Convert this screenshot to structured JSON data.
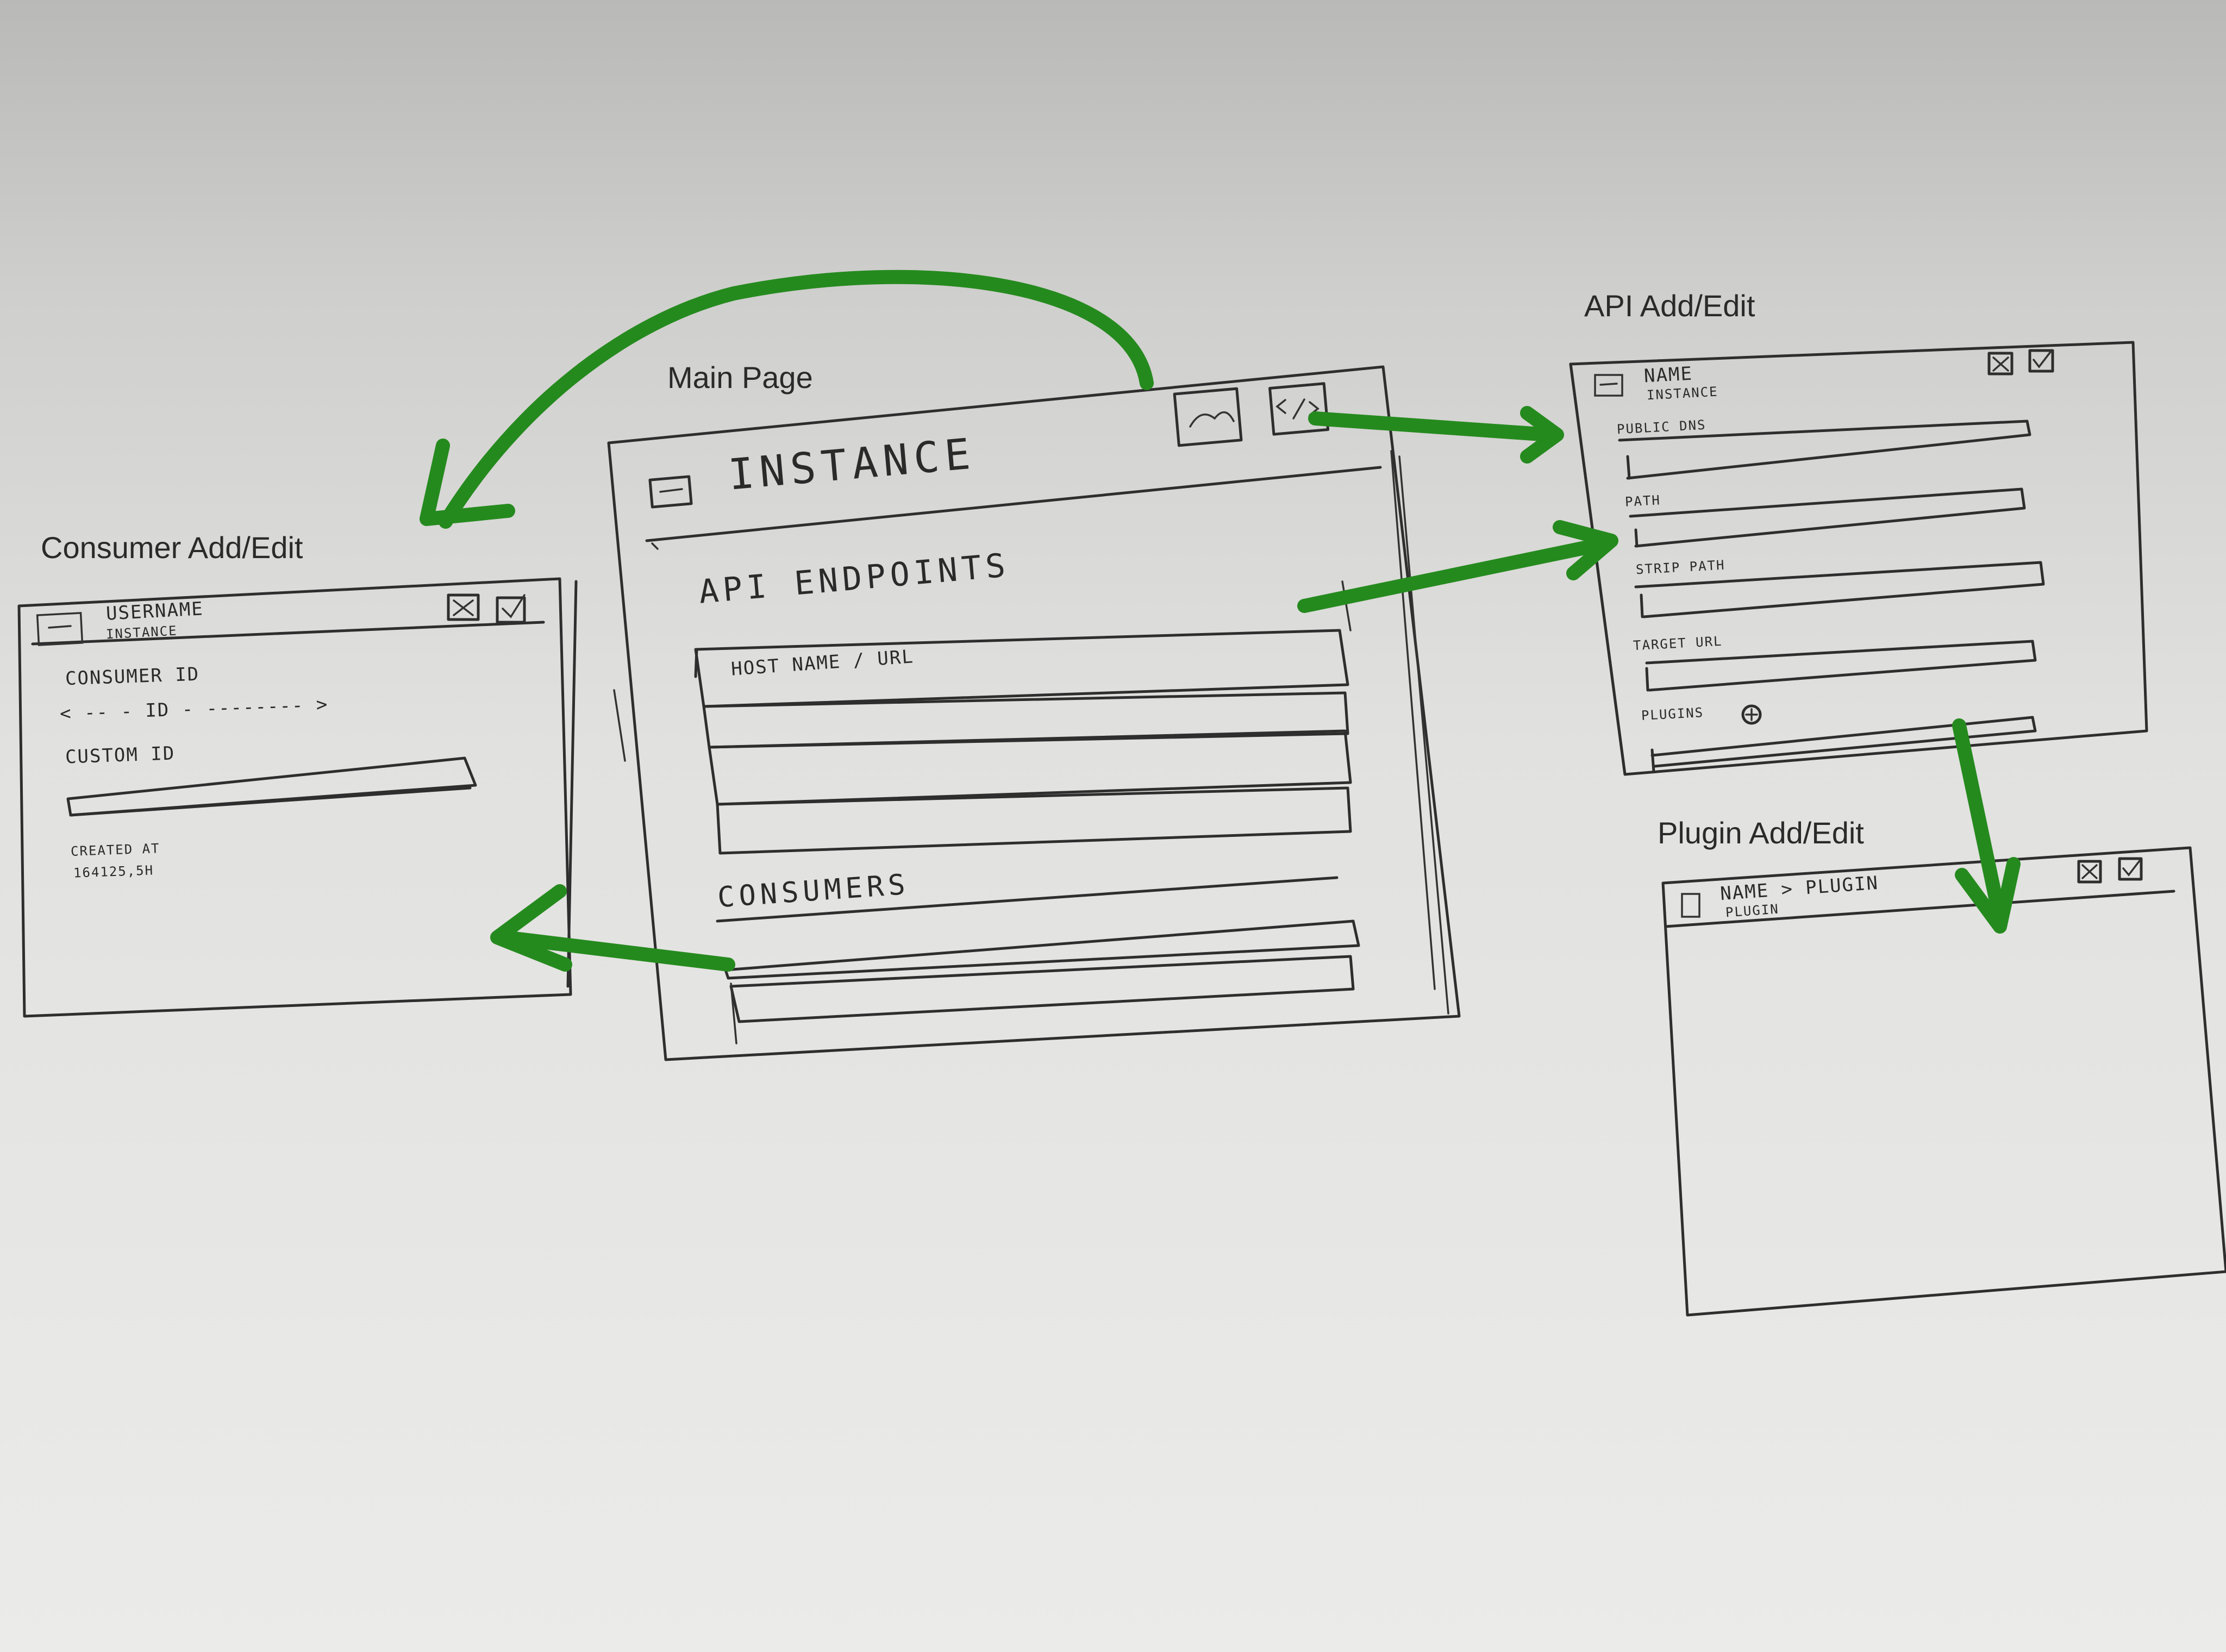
{
  "titles": {
    "main_page": "Main Page",
    "consumer": "Consumer Add/Edit",
    "api": "API Add/Edit",
    "plugin": "Plugin Add/Edit"
  },
  "main": {
    "title": "INSTANCE",
    "api_section": "API ENDPOINTS",
    "api_row_label": "HOST NAME / URL",
    "consumers_section": "CONSUMERS"
  },
  "consumer": {
    "header": "USERNAME",
    "header_sub": "INSTANCE",
    "consumer_id_label": "CONSUMER ID",
    "consumer_id_value": "< -- - ID - -------- >",
    "custom_id_label": "CUSTOM ID",
    "created_at_label": "CREATED AT",
    "created_at_value": "164125,5H"
  },
  "api": {
    "header": "NAME",
    "header_sub": "INSTANCE",
    "public_dns_label": "PUBLIC DNS",
    "path_label": "PATH",
    "strip_path_label": "STRIP PATH",
    "target_url_label": "TARGET URL",
    "plugins_label": "PLUGINS"
  },
  "plugin": {
    "header": "NAME > PLUGIN",
    "header_sub": "PLUGIN"
  },
  "colors": {
    "arrow": "#258a1e",
    "ink": "#2e2e2e"
  }
}
